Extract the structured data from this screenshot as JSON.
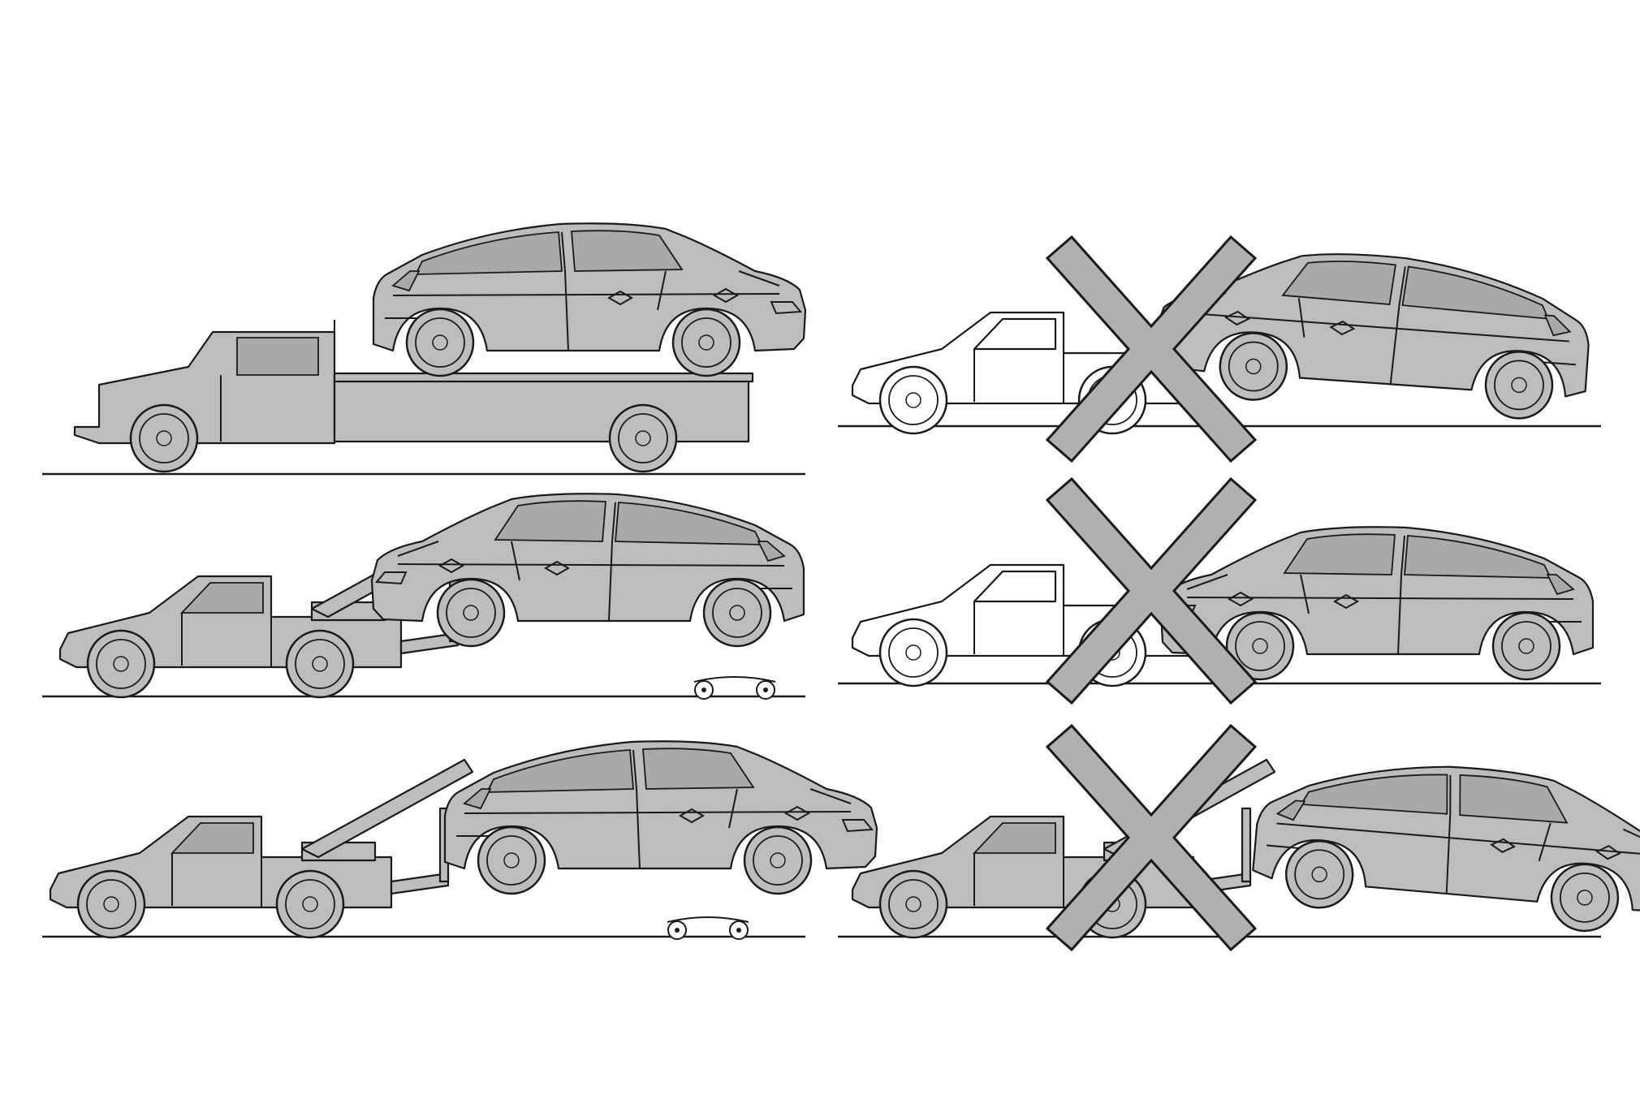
{
  "figure": {
    "panels": [
      {
        "id": "flatbed",
        "status": "correct"
      },
      {
        "id": "wheel-lift-front-dollies",
        "status": "correct"
      },
      {
        "id": "wheel-lift-rear-dollies",
        "status": "correct"
      },
      {
        "id": "rear-lift-no-dollies",
        "status": "incorrect"
      },
      {
        "id": "rear-lift-sling",
        "status": "incorrect"
      },
      {
        "id": "front-lift-no-dollies",
        "status": "incorrect"
      }
    ],
    "colors": {
      "fill": "#bdbdbd",
      "outline": "#1a1a1a",
      "background": "#ffffff",
      "x_mark": "#b0b0b0"
    },
    "icons": [
      "tow-truck-icon",
      "suv-icon",
      "wheel-dolly-icon",
      "prohibited-x-icon"
    ]
  }
}
